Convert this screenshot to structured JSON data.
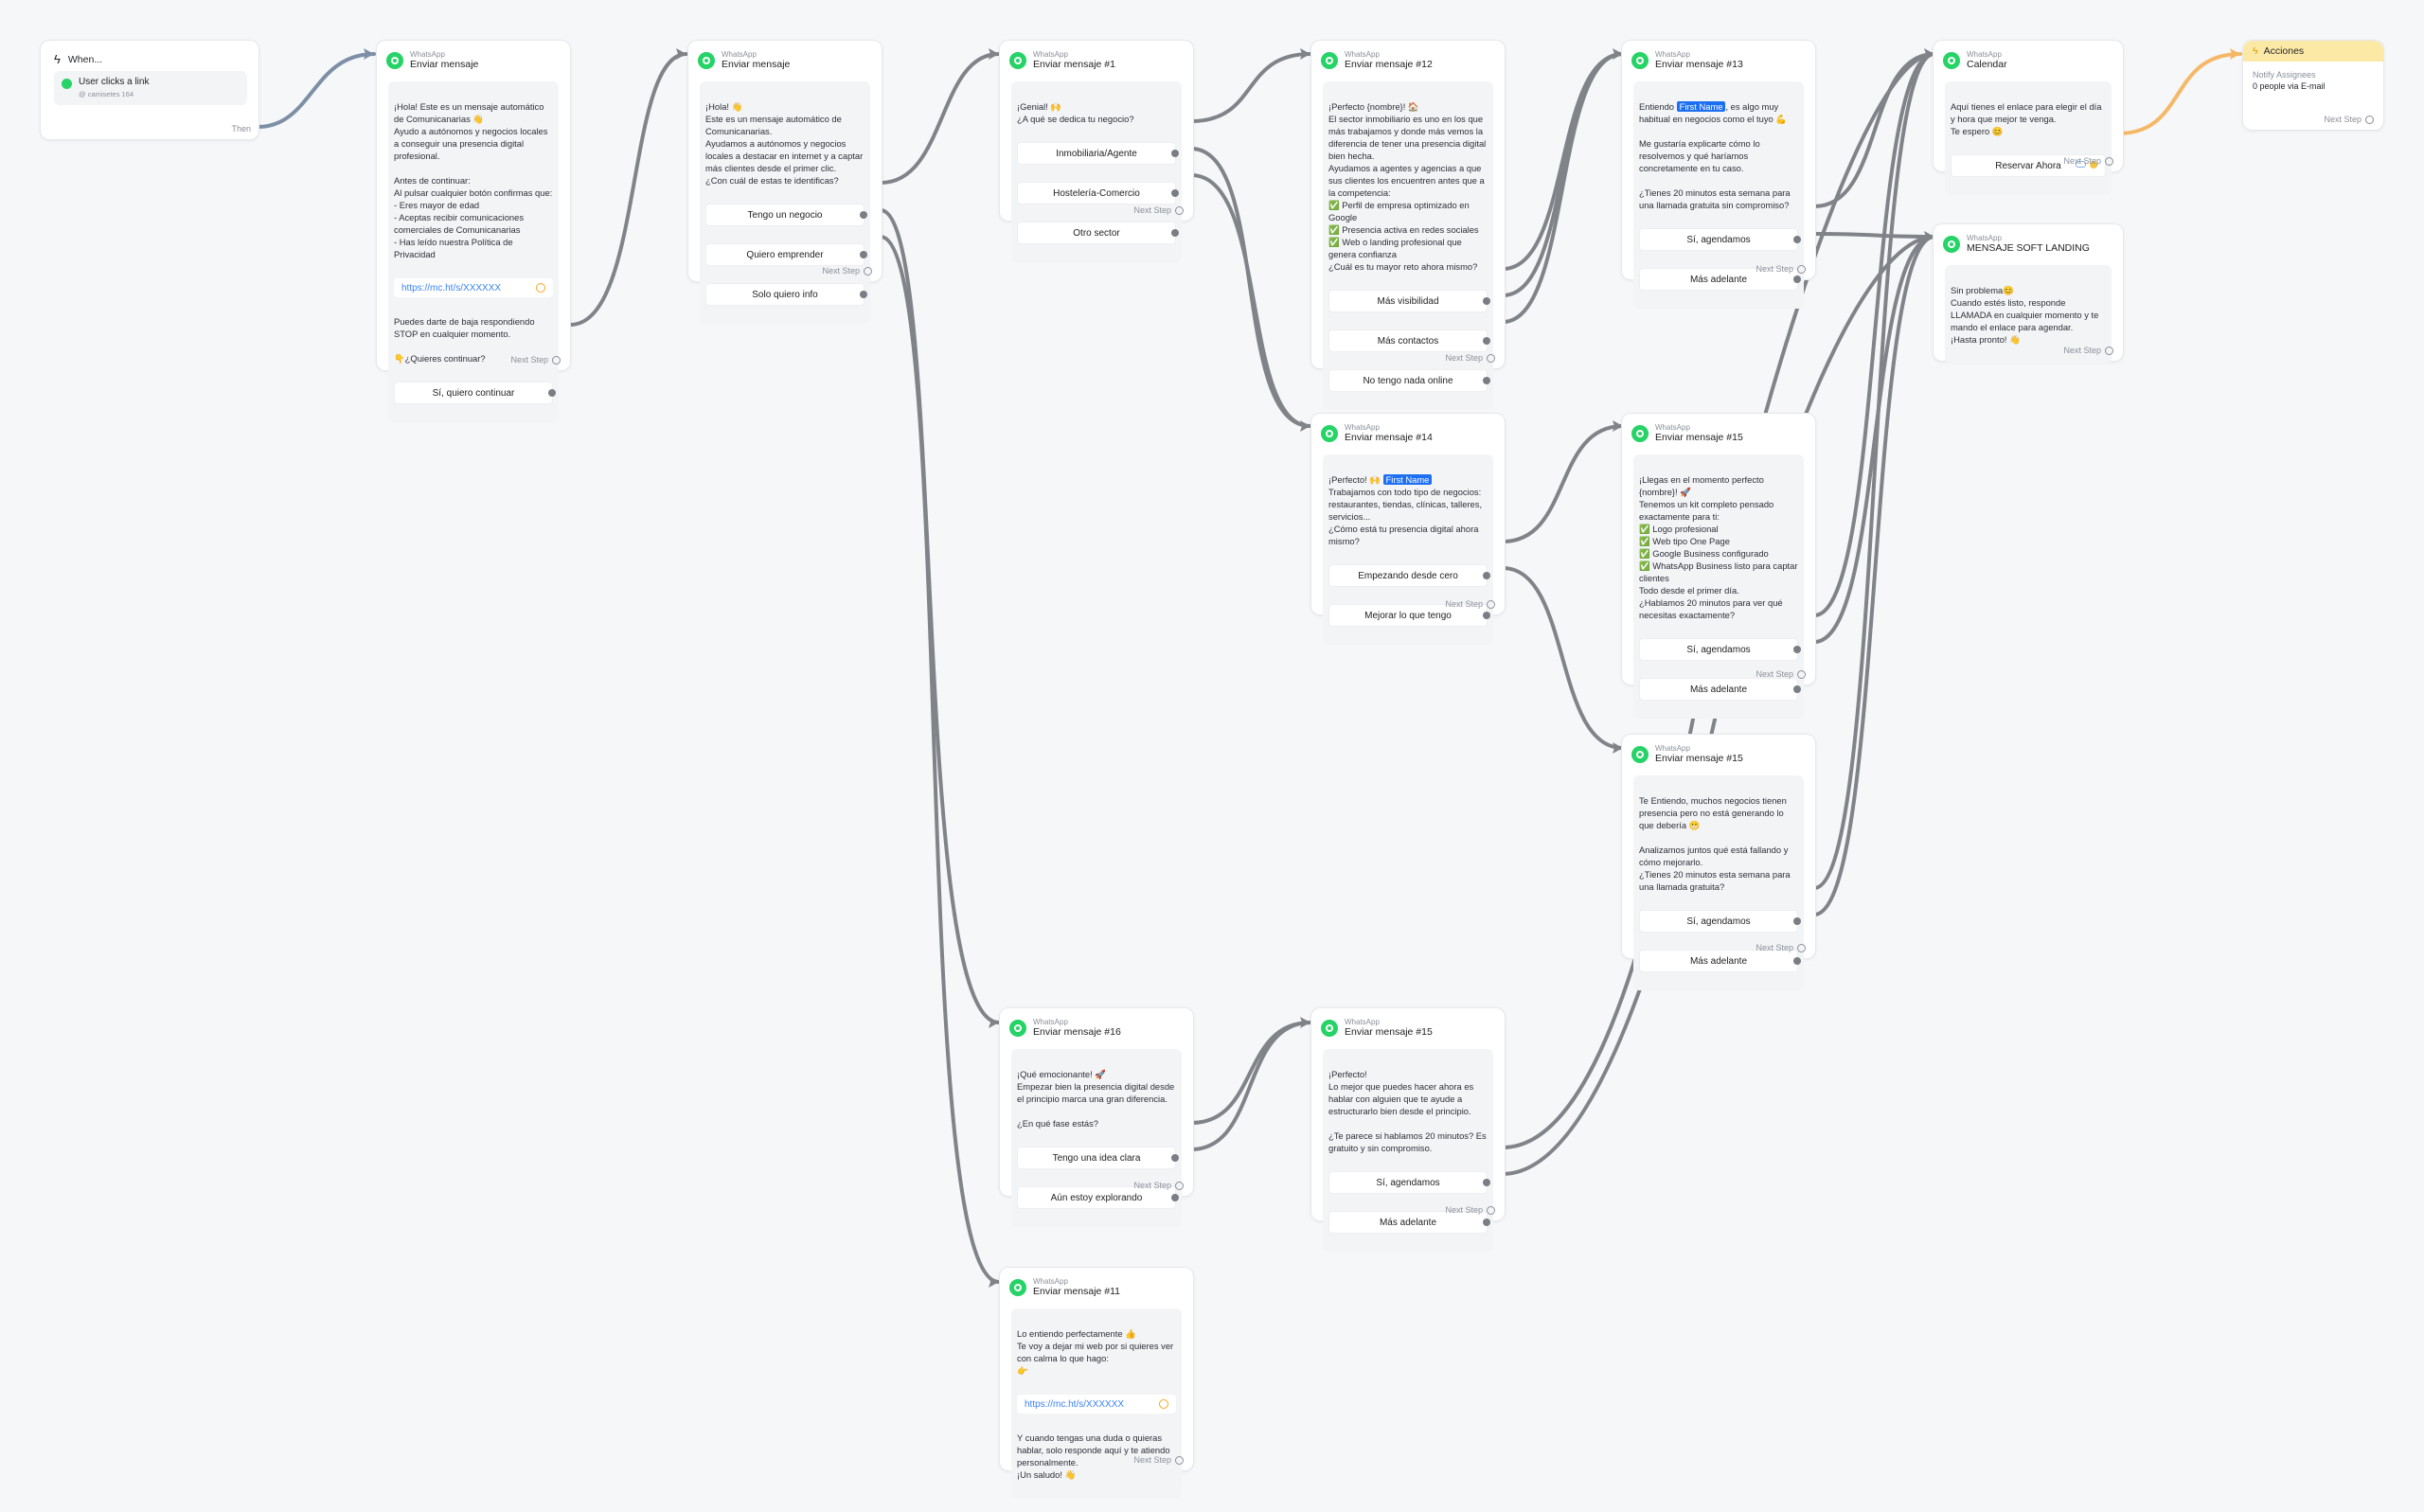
{
  "trigger": {
    "title": "When...",
    "item_label": "User clicks a link",
    "item_sub": "@ camisetes 164",
    "then_label": "Then"
  },
  "n1": {
    "sub": "WhatsApp",
    "title": "Enviar mensaje",
    "msg": "¡Hola! Este es un mensaje automático de Comunicanarias 👋\nAyudo a autónomos y negocios locales a conseguir una presencia digital profesional.\n\nAntes de continuar:\nAl pulsar cualquier botón confirmas que:\n- Eres mayor de edad\n- Aceptas recibir comunicaciones comerciales de Comunicanarias\n- Has leído nuestra Política de Privacidad",
    "link": "https://mc.ht/s/XXXXXX",
    "msg2": "Puedes darte de baja respondiendo STOP en cualquier momento.\n\n👇¿Quieres continuar?",
    "buttons": [
      "Sí, quiero continuar"
    ],
    "next": "Next Step"
  },
  "n2": {
    "sub": "WhatsApp",
    "title": "Enviar mensaje",
    "msg": "¡Hola! 👋\nEste es un mensaje automático de Comunicanarias.\nAyudamos a autónomos y negocios locales a destacar en internet y a captar más clientes desde el primer clic.\n¿Con cuál de estas te identificas?",
    "buttons": [
      "Tengo un negocio",
      "Quiero emprender",
      "Solo quiero info"
    ],
    "next": "Next Step"
  },
  "n3": {
    "sub": "WhatsApp",
    "title": "Enviar mensaje #1",
    "msg": "¡Genial! 🙌\n¿A qué se dedica tu negocio?",
    "buttons": [
      "Inmobiliaria/Agente",
      "Hostelería-Comercio",
      "Otro sector"
    ],
    "next": "Next Step"
  },
  "n4": {
    "sub": "WhatsApp",
    "title": "Enviar mensaje #12",
    "msg": "¡Perfecto {nombre}! 🏠\nEl sector inmobiliario es uno en los que más trabajamos y donde más vemos la diferencia de tener una presencia digital bien hecha.\nAyudamos a agentes y agencias a que sus clientes los encuentren antes que a la competencia:\n✅ Perfil de empresa optimizado en Google\n✅ Presencia activa en redes sociales\n✅ Web o landing profesional que genera confianza\n¿Cuál es tu mayor reto ahora mismo?",
    "buttons": [
      "Más visibilidad",
      "Más contactos",
      "No tengo nada online"
    ],
    "next": "Next Step"
  },
  "n5": {
    "sub": "WhatsApp",
    "title": "Enviar mensaje #13",
    "msg_pre": "Entiendo ",
    "tag": "First Name",
    "msg_post": ", es algo muy habitual en negocios como el tuyo 💪\n\nMe gustaría explicarte cómo lo resolvemos y qué haríamos concretamente en tu caso.\n\n¿Tienes 20 minutos esta semana para una llamada gratuita sin compromiso?",
    "buttons": [
      "Sí, agendamos",
      "Más adelante"
    ],
    "next": "Next Step"
  },
  "n6": {
    "sub": "WhatsApp",
    "title": "Calendar",
    "msg": "Aquí tienes el enlace para elegir el día y hora que mejor te venga.\nTe espero 😊",
    "buttons": [
      "Reservar Ahora"
    ],
    "next": "Next Step"
  },
  "n7": {
    "title": "Acciones",
    "line1": "Notify Assignees",
    "line2": "0 people via E-mail",
    "next": "Next Step"
  },
  "n8": {
    "sub": "WhatsApp",
    "title": "MENSAJE SOFT LANDING",
    "msg": "Sin problema😊\nCuando estés listo, responde LLAMADA en cualquier momento y te mando el enlace para agendar.\n¡Hasta pronto! 👋",
    "next": "Next Step"
  },
  "n9": {
    "sub": "WhatsApp",
    "title": "Enviar mensaje #14",
    "msg_pre": "¡Perfecto! 🙌 ",
    "tag": "First Name",
    "msg_post": "\nTrabajamos con todo tipo de negocios: restaurantes, tiendas, clínicas, talleres, servicios...\n¿Cómo está tu presencia digital ahora mismo?",
    "buttons": [
      "Empezando desde cero",
      "Mejorar lo que tengo"
    ],
    "next": "Next Step"
  },
  "n10": {
    "sub": "WhatsApp",
    "title": "Enviar mensaje #15",
    "msg": "¡Llegas en el momento perfecto {nombre}! 🚀\nTenemos un kit completo pensado exactamente para ti:\n✅ Logo profesional\n✅ Web tipo One Page\n✅ Google Business configurado\n✅ WhatsApp Business listo para captar clientes\nTodo desde el primer día.\n¿Hablamos 20 minutos para ver qué necesitas exactamente?",
    "buttons": [
      "Sí, agendamos",
      "Más adelante"
    ],
    "next": "Next Step"
  },
  "n11": {
    "sub": "WhatsApp",
    "title": "Enviar mensaje #15",
    "msg": "Te Entiendo, muchos negocios tienen presencia pero no está generando lo que debería 😬\n\nAnalizamos juntos qué está fallando y cómo mejorarlo.\n¿Tienes 20 minutos esta semana para una llamada gratuita?",
    "buttons": [
      "Sí, agendamos",
      "Más adelante"
    ],
    "next": "Next Step"
  },
  "n12": {
    "sub": "WhatsApp",
    "title": "Enviar mensaje #16",
    "msg": "¡Qué emocionante! 🚀\nEmpezar bien la presencia digital desde el principio marca una gran diferencia.\n\n¿En qué fase estás?",
    "buttons": [
      "Tengo una idea clara",
      "Aún estoy explorando"
    ],
    "next": "Next Step"
  },
  "n13": {
    "sub": "WhatsApp",
    "title": "Enviar mensaje #15",
    "msg": "¡Perfecto!\nLo mejor que puedes hacer ahora es hablar con alguien que te ayude a estructurarlo bien desde el principio.\n\n¿Te parece si hablamos 20 minutos? Es gratuito y sin compromiso.",
    "buttons": [
      "Sí, agendamos",
      "Más adelante"
    ],
    "next": "Next Step"
  },
  "n14": {
    "sub": "WhatsApp",
    "title": "Enviar mensaje #11",
    "msg": "Lo entiendo perfectamente 👍\nTe voy a dejar mi web por si quieres ver con calma lo que hago:\n👉",
    "link": "https://mc.ht/s/XXXXXX",
    "msg2": "Y cuando tengas una duda o quieras hablar, solo responde aquí y te atiendo personalmente.\n¡Un saludo! 👋",
    "next": "Next Step"
  }
}
